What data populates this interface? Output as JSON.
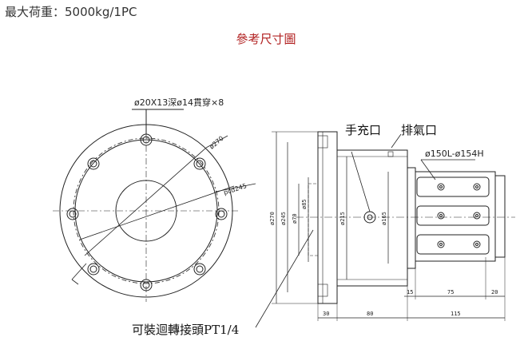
{
  "header": {
    "max_load": "最大荷重：5000kg/1PC",
    "ref_title": "參考尺寸圖"
  },
  "drawing": {
    "hole_note": "ø20X13深ø14貫穿×8",
    "dia_270": "ø270",
    "pcd": "pcd245",
    "swivel_label": "可裝迴轉接頭PT1/4",
    "manual_port": "手充口",
    "exhaust_port": "排氣口",
    "cyl_label": "ø150L-ø154H",
    "dim_d270": "ø270",
    "dim_d245": "ø245",
    "dim_d70": "ø70",
    "dim_d85": "ø85",
    "dim_d215": "ø215",
    "dim_d165": "ø165",
    "dim_30": "30",
    "dim_80": "80",
    "dim_115": "115",
    "dim_15": "15",
    "dim_75": "75",
    "dim_20": "20"
  },
  "colors": {
    "title_red": "#b22222",
    "line": "#222222"
  }
}
